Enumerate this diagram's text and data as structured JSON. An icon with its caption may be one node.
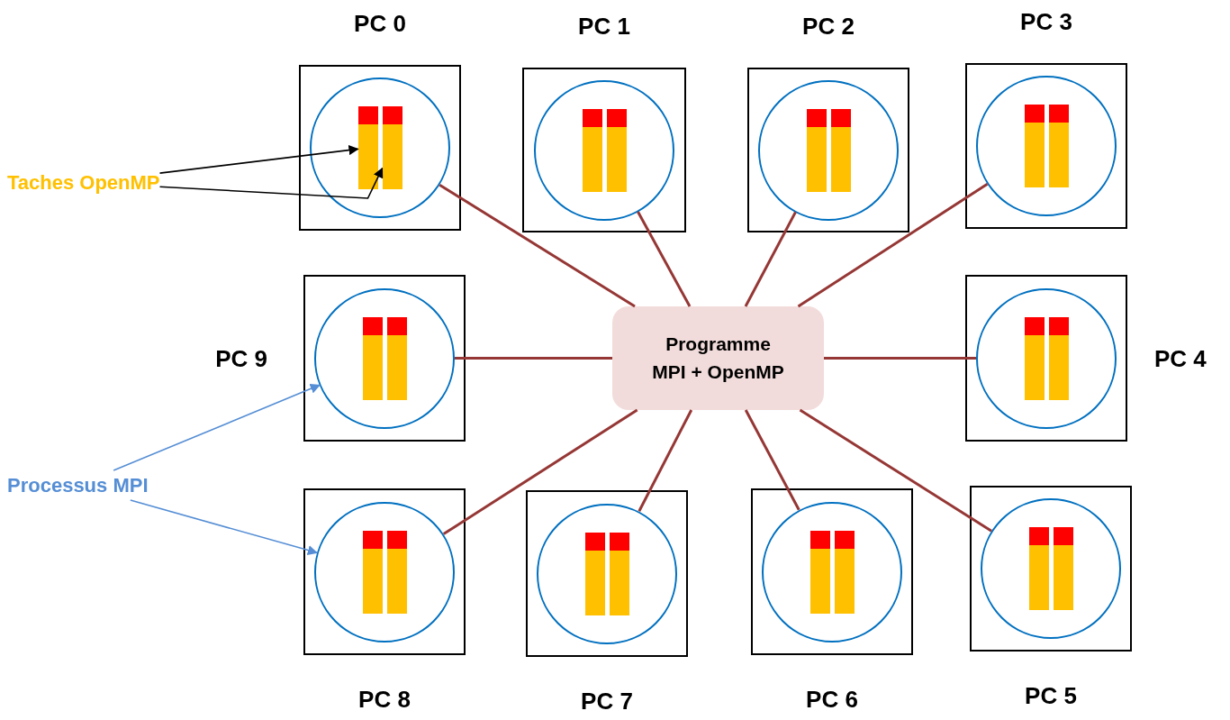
{
  "diagram": {
    "nodes": [
      {
        "text": [
          "PC 0"
        ]
      },
      {
        "text": [],
        "shape": "circle",
        "in": 0
      },
      {
        "text": [],
        "shape": "bar",
        "in": 1
      },
      {
        "text": [],
        "shape": "bar",
        "in": 1
      },
      {
        "text": [
          "PC 1"
        ]
      },
      {
        "text": [],
        "shape": "circle",
        "in": 4
      },
      {
        "text": [],
        "shape": "bar",
        "in": 5
      },
      {
        "text": [],
        "shape": "bar",
        "in": 5
      },
      {
        "text": [
          "PC 2"
        ]
      },
      {
        "text": [],
        "shape": "circle",
        "in": 8
      },
      {
        "text": [],
        "shape": "bar",
        "in": 9
      },
      {
        "text": [],
        "shape": "bar",
        "in": 9
      },
      {
        "text": [
          "PC 3"
        ]
      },
      {
        "text": [],
        "shape": "circle",
        "in": 12
      },
      {
        "text": [],
        "shape": "bar",
        "in": 13
      },
      {
        "text": [],
        "shape": "bar",
        "in": 13
      },
      {
        "text": [
          "PC 9"
        ]
      },
      {
        "text": [],
        "shape": "circle",
        "in": 16
      },
      {
        "text": [],
        "shape": "bar",
        "in": 17
      },
      {
        "text": [],
        "shape": "bar",
        "in": 17
      },
      {
        "text": [
          "Programme MPI + OpenMP"
        ]
      },
      {
        "text": [
          "PC 4"
        ]
      },
      {
        "text": [],
        "shape": "circle",
        "in": 21
      },
      {
        "text": [],
        "shape": "bar",
        "in": 22
      },
      {
        "text": [],
        "shape": "bar",
        "in": 22
      },
      {
        "text": [
          "PC 8"
        ]
      },
      {
        "text": [],
        "shape": "circle",
        "in": 25
      },
      {
        "text": [],
        "shape": "bar",
        "in": 26
      },
      {
        "text": [],
        "shape": "bar",
        "in": 26
      },
      {
        "text": [
          "PC 7"
        ]
      },
      {
        "text": [],
        "shape": "circle",
        "in": 29
      },
      {
        "text": [],
        "shape": "bar",
        "in": 30
      },
      {
        "text": [],
        "shape": "bar",
        "in": 30
      },
      {
        "text": [
          "PC 6"
        ]
      },
      {
        "text": [],
        "shape": "circle",
        "in": 33
      },
      {
        "text": [],
        "shape": "bar",
        "in": 34
      },
      {
        "text": [],
        "shape": "bar",
        "in": 34
      },
      {
        "text": [
          "PC 5"
        ]
      },
      {
        "text": [],
        "shape": "circle",
        "in": 37
      },
      {
        "text": [],
        "shape": "bar",
        "in": 38
      },
      {
        "text": [],
        "shape": "bar",
        "in": 38
      },
      {
        "text": [
          "Taches OpenMP"
        ]
      },
      {
        "text": [
          "Processus MPI"
        ]
      }
    ],
    "edges": [
      {
        "from": 20,
        "to": 1,
        "arrow": "none"
      },
      {
        "from": 20,
        "to": 5,
        "arrow": "none"
      },
      {
        "from": 20,
        "to": 9,
        "arrow": "none"
      },
      {
        "from": 20,
        "to": 13,
        "arrow": "none"
      },
      {
        "from": 20,
        "to": 17,
        "arrow": "none"
      },
      {
        "from": 20,
        "to": 22,
        "arrow": "none"
      },
      {
        "from": 20,
        "to": 26,
        "arrow": "none"
      },
      {
        "from": 20,
        "to": 30,
        "arrow": "none"
      },
      {
        "from": 20,
        "to": 34,
        "arrow": "none"
      },
      {
        "from": 20,
        "to": 38,
        "arrow": "none"
      },
      {
        "from": 41,
        "to": 2,
        "arrow": "to",
        "color": "#000000"
      },
      {
        "from": 41,
        "to": 3,
        "arrow": "to",
        "color": "#000000"
      },
      {
        "from": 42,
        "to": 17,
        "arrow": "to",
        "color": "#558ed5"
      },
      {
        "from": 42,
        "to": 26,
        "arrow": "to",
        "color": "#558ed5"
      }
    ]
  }
}
